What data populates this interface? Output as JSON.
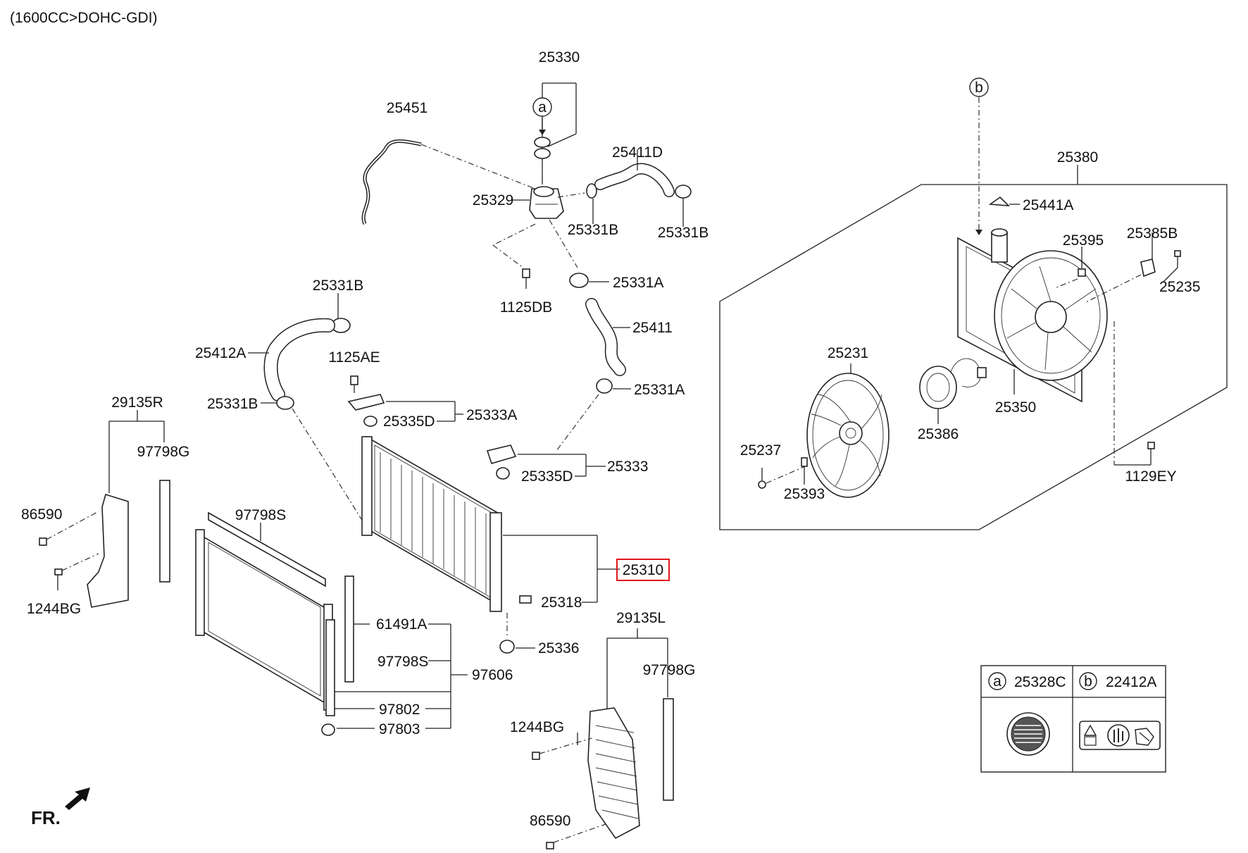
{
  "header": {
    "engine_spec": "(1600CC>DOHC-GDI)"
  },
  "front_marker": {
    "label": "FR."
  },
  "highlighted_part": "25310",
  "labels": {
    "p25330": "25330",
    "p25451": "25451",
    "p25411D": "25411D",
    "p25329": "25329",
    "p25331B_a": "25331B",
    "p25331B_b": "25331B",
    "p1125DB": "1125DB",
    "p25331A_a": "25331A",
    "p25331B_c": "25331B",
    "p25411": "25411",
    "p25412A": "25412A",
    "p1125AE": "1125AE",
    "p25331B_d": "25331B",
    "p25331A_b": "25331A",
    "p25335D_a": "25335D",
    "p25333A": "25333A",
    "p29135R": "29135R",
    "p97798G_a": "97798G",
    "p25333": "25333",
    "p25335D_b": "25335D",
    "p86590_a": "86590",
    "p97798S_a": "97798S",
    "p25310": "25310",
    "p25318": "25318",
    "p1244BG_a": "1244BG",
    "p61491A": "61491A",
    "p25336": "25336",
    "p29135L": "29135L",
    "p97798S_b": "97798S",
    "p97606": "97606",
    "p97798G_b": "97798G",
    "p97802": "97802",
    "p97803": "97803",
    "p1244BG_b": "1244BG",
    "p86590_b": "86590",
    "p25380": "25380",
    "p25441A": "25441A",
    "p25395": "25395",
    "p25385B": "25385B",
    "p25235": "25235",
    "p25231": "25231",
    "p25386": "25386",
    "p25350": "25350",
    "p25237": "25237",
    "p25393": "25393",
    "p1129EY": "1129EY"
  },
  "ref_markers": {
    "a": "a",
    "b": "b"
  },
  "legend": {
    "a_marker": "a",
    "a_part": "25328C",
    "b_marker": "b",
    "b_part": "22412A"
  }
}
